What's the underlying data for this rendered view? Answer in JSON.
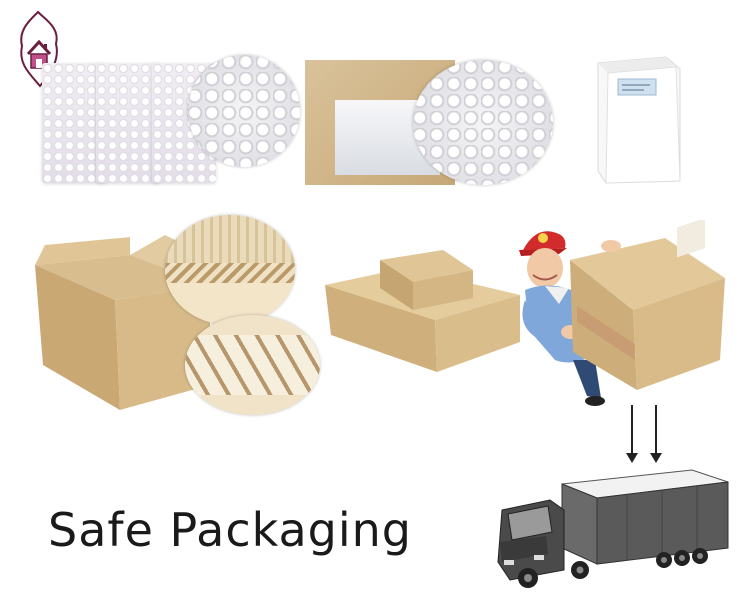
{
  "title": "Safe Packaging",
  "logo": {
    "icon": "house-leaf-logo"
  },
  "colors": {
    "text": "#1a1a1a",
    "cardboard": "#d2b68a",
    "truck": "#3f3f3f",
    "cap": "#d22b2b",
    "shirt": "#7fa7d9"
  },
  "scenes": [
    "bubble-wrap-bags",
    "bubble-wrap-lined-box",
    "white-inner-box",
    "corrugated-carton",
    "sealed-carton",
    "courier-carrying-box",
    "delivery-truck"
  ]
}
